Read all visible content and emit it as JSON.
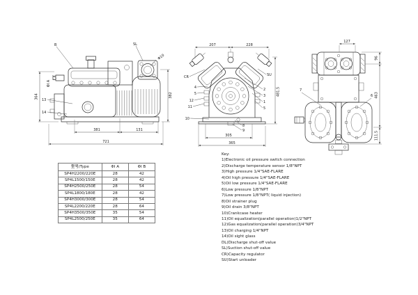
{
  "page": {
    "background": "#ffffff",
    "line_color": "#2b2b2b"
  },
  "views": {
    "side_view": {
      "dims": {
        "height_left": "364",
        "height_right": "382",
        "bottom_left": "381",
        "bottom_right": "131",
        "bottom_total": "721"
      },
      "labels": {
        "b": "B",
        "sl": "SL",
        "phi10": "Φ10",
        "phi_a": "ΦI A",
        "n13": "13",
        "n14": "14"
      }
    },
    "end_view": {
      "dims": {
        "top_left": "207",
        "top_right": "228",
        "height": "481.5",
        "bottom_inner": "305",
        "bottom_total": "365"
      },
      "labels_left": [
        "CR",
        "4",
        "5",
        "12",
        "11",
        "10"
      ],
      "labels_right": [
        "SU",
        "2",
        "3",
        "1",
        "5"
      ],
      "labels_bottom": [
        "8",
        "9"
      ]
    },
    "top_view": {
      "dims": {
        "top_width": "127",
        "right_top": "96",
        "right_mid": "463",
        "right_bottom": "111.5"
      },
      "labels": {
        "n7": "7",
        "n6": "6"
      }
    }
  },
  "table": {
    "headers": [
      "型号/Type",
      "ΦI A",
      "ΦI B"
    ],
    "rows": [
      [
        "SP4H2200/220E",
        "28",
        "42"
      ],
      [
        "SP4L1500/150E",
        "28",
        "42"
      ],
      [
        "SP4H2500/250E",
        "28",
        "54"
      ],
      [
        "SP4L1800/180E",
        "28",
        "42"
      ],
      [
        "SP4H3000/300E",
        "28",
        "54"
      ],
      [
        "SP4L2200/220E",
        "28",
        "64"
      ],
      [
        "SP4H3500/350E",
        "35",
        "54"
      ],
      [
        "SP4L2500/250E",
        "35",
        "64"
      ]
    ]
  },
  "key": {
    "title": "Key:",
    "items": [
      "1)Electronic oil pressure switch connection",
      "2)Discharge temperature sensor  1/8\"NPT",
      "3)High pressure 1/4\"SAE-FLARE",
      "4)Oil high pressure 1/4\"SAE-FLARE",
      "5)Oil low pressure 1/4\"SAE-FLARE",
      "6)Low pressure 1/8\"NPT",
      "7)Low pressure 1/8\"NPT( liquid injection)",
      "8)Oil strainer plug",
      "9)Oil drain 3/8\"NPT",
      "10)Crankcase heater",
      "11)Oil equalization(parallel operation)1/2\"NPT",
      "12)Gas equalization(parallel operation)3/4\"NPT",
      "13)Oil charging 1/4\"NPT",
      "14)Oil sight glass",
      "DL)Discharge shut-off value",
      "SL)Suction shut-off value",
      "CR)Capacity regulator",
      "SU)Start unloader"
    ]
  }
}
